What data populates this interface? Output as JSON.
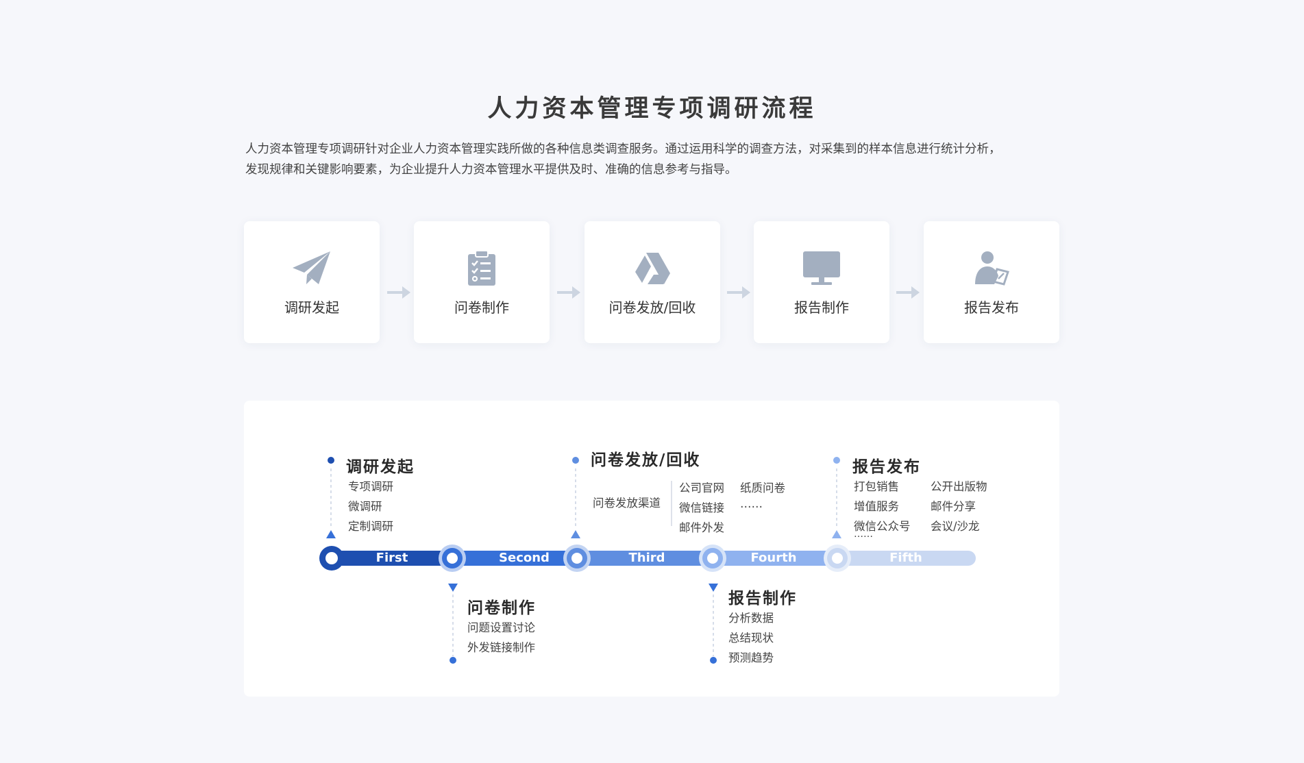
{
  "header": {
    "title": "人力资本管理专项调研流程",
    "intro_line1": "人力资本管理专项调研针对企业人力资本管理实践所做的各种信息类调查服务。通过运用科学的调查方法，对采集到的样本信息进行统计分析，",
    "intro_line2": "发现规律和关键影响要素，为企业提升人力资本管理水平提供及时、准确的信息参考与指导。"
  },
  "steps": [
    {
      "label": "调研发起",
      "icon": "paper-plane-icon"
    },
    {
      "label": "问卷制作",
      "icon": "clipboard-checklist-icon"
    },
    {
      "label": "问卷发放/回收",
      "icon": "drive-triangle-icon"
    },
    {
      "label": "报告制作",
      "icon": "monitor-icon"
    },
    {
      "label": "报告发布",
      "icon": "person-document-icon"
    }
  ],
  "timeline": {
    "nodes": [
      "First",
      "Second",
      "Third",
      "Fourth",
      "Fifth"
    ],
    "stage1": {
      "title": "调研发起",
      "items": [
        "专项调研",
        "微调研",
        "定制调研"
      ]
    },
    "stage2": {
      "title": "问卷制作",
      "items": [
        "问题设置讨论",
        "外发链接制作"
      ]
    },
    "stage3": {
      "title": "问卷发放/回收",
      "channel_label": "问卷发放渠道",
      "col1": [
        "公司官网",
        "微信链接",
        "邮件外发"
      ],
      "col2": [
        "纸质问卷",
        "……"
      ]
    },
    "stage4": {
      "title": "报告制作",
      "items": [
        "分析数据",
        "总结现状",
        "预测趋势"
      ]
    },
    "stage5": {
      "title": "报告发布",
      "col1": [
        "打包销售",
        "增值服务",
        "微信公众号",
        "……"
      ],
      "col2": [
        "公开出版物",
        "邮件分享",
        "会议/沙龙"
      ]
    }
  },
  "colors": {
    "icon_gray": "#a3afc0",
    "seg1": "#1e4fb0",
    "seg2": "#3670d8",
    "seg3": "#5f8ee0",
    "seg4": "#8fb2ef",
    "seg5": "#c9d8f2"
  }
}
